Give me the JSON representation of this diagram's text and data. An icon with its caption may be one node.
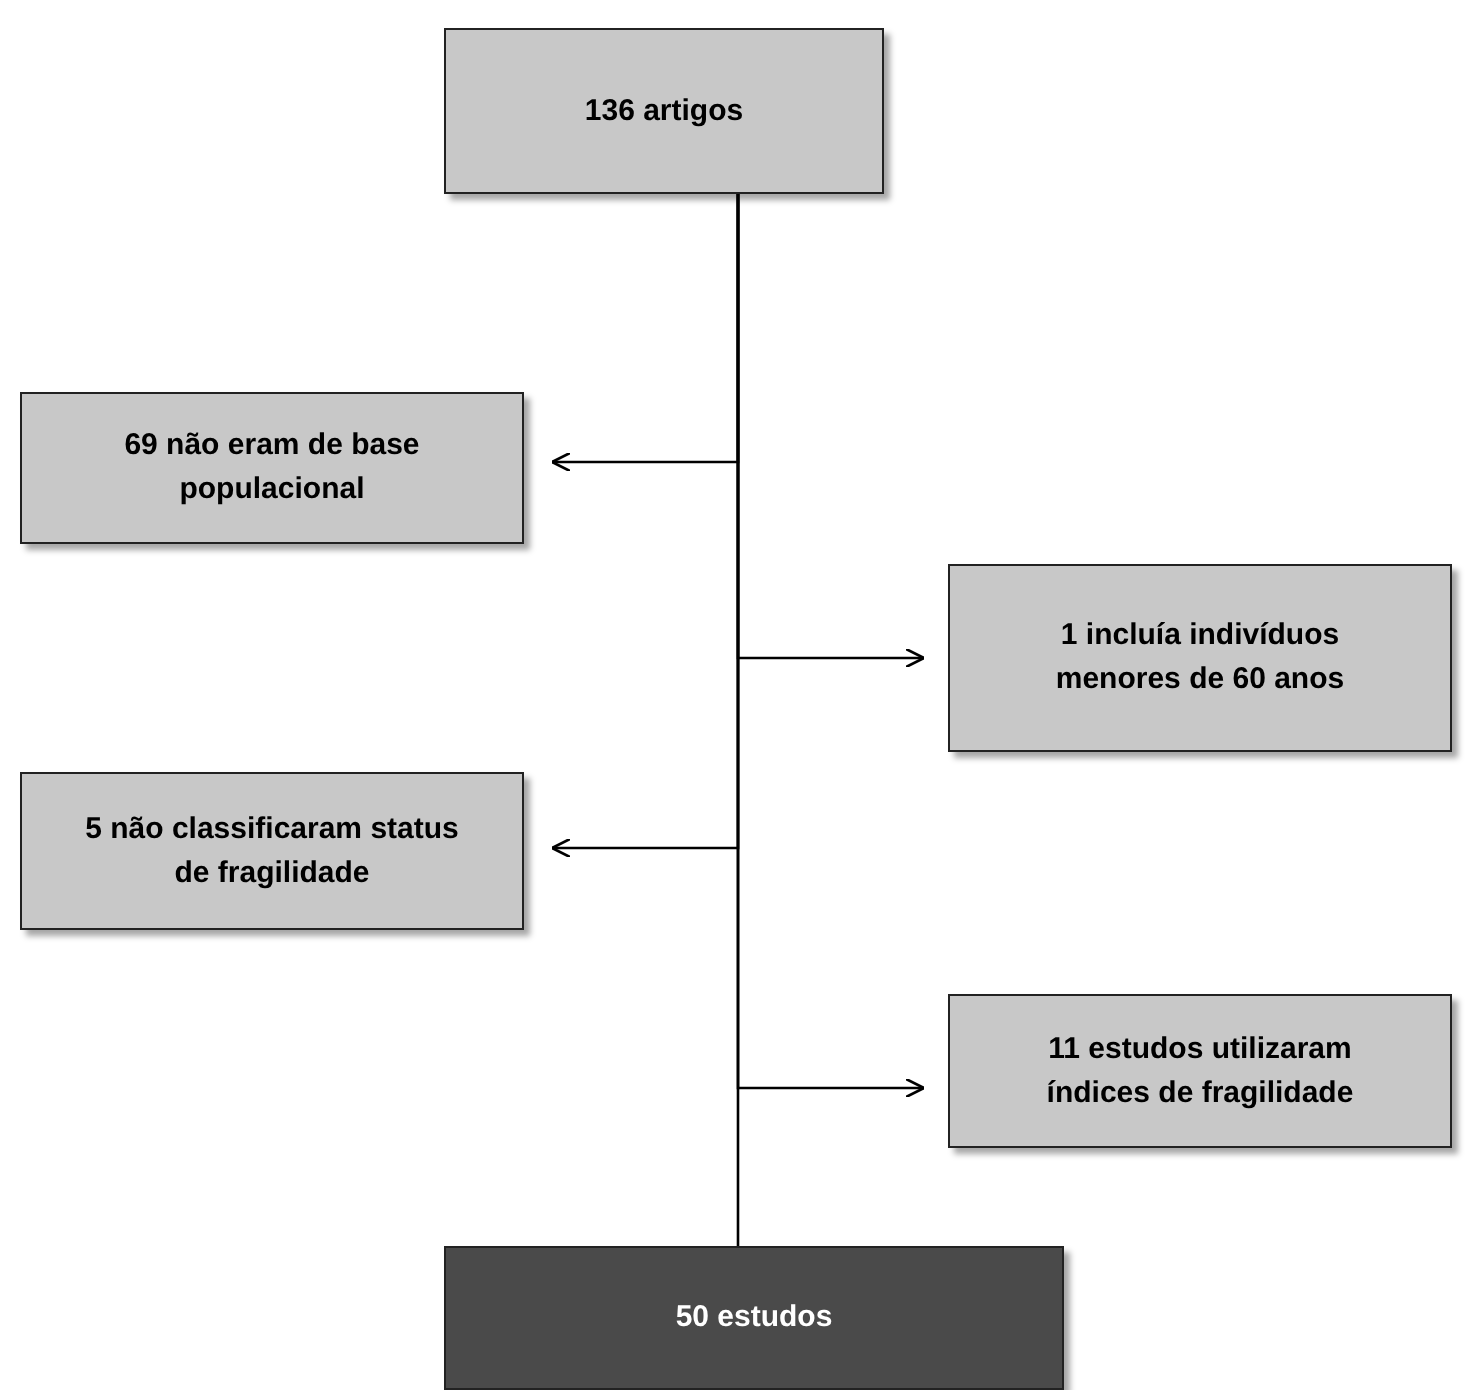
{
  "diagram": {
    "nodes": [
      {
        "text": [
          "136  artigos"
        ]
      },
      {
        "text": [
          "69 não eram de base populacional"
        ]
      },
      {
        "text": [
          "1 incluía indivíduos menores de 60 anos"
        ]
      },
      {
        "text": [
          "5 não classificaram status de fragilidade"
        ]
      },
      {
        "text": [
          "11 estudos  utilizaram índices de fragilidade"
        ]
      },
      {
        "text": [
          "50 estudos"
        ]
      }
    ],
    "edges": [
      {
        "from": 0,
        "to": 1,
        "arrow": "to"
      },
      {
        "from": 0,
        "to": 2,
        "arrow": "to"
      },
      {
        "from": 0,
        "to": 3,
        "arrow": "to"
      },
      {
        "from": 0,
        "to": 4,
        "arrow": "to"
      },
      {
        "from": 0,
        "to": 5,
        "arrow": "none"
      }
    ]
  }
}
